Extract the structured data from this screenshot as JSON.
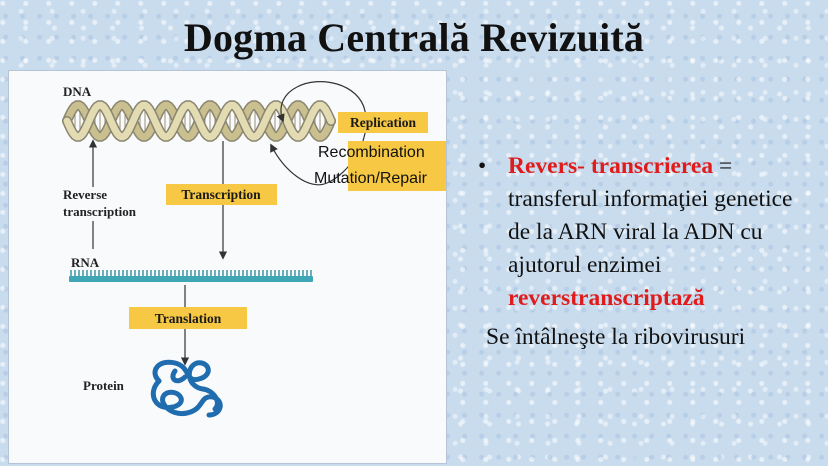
{
  "title": "Dogma Centrală Revizuită",
  "diagram": {
    "dna_label": "DNA",
    "rna_label": "RNA",
    "protein_label": "Protein",
    "reverse_transcription_line1": "Reverse",
    "reverse_transcription_line2": "transcription",
    "transcription_label": "Transcription",
    "translation_label": "Translation",
    "replication_label": "Replication",
    "recombination_label": "Recombination",
    "mutation_repair_label": "Mutation/Repair",
    "colors": {
      "dna_strand": "#d9d0a3",
      "dna_shadow": "#8a8570",
      "rna_strand": "#3ea6b5",
      "protein": "#1f6cae",
      "label_box": "#f7c843"
    }
  },
  "bullet": {
    "term": "Revers- transcrierea",
    "definition": " = transferul informaţiei genetice de la ARN viral la ADN cu ajutorul enzimei ",
    "enzyme": "reverstranscriptază"
  },
  "note": "Se întâlneşte la ribovirusuri"
}
